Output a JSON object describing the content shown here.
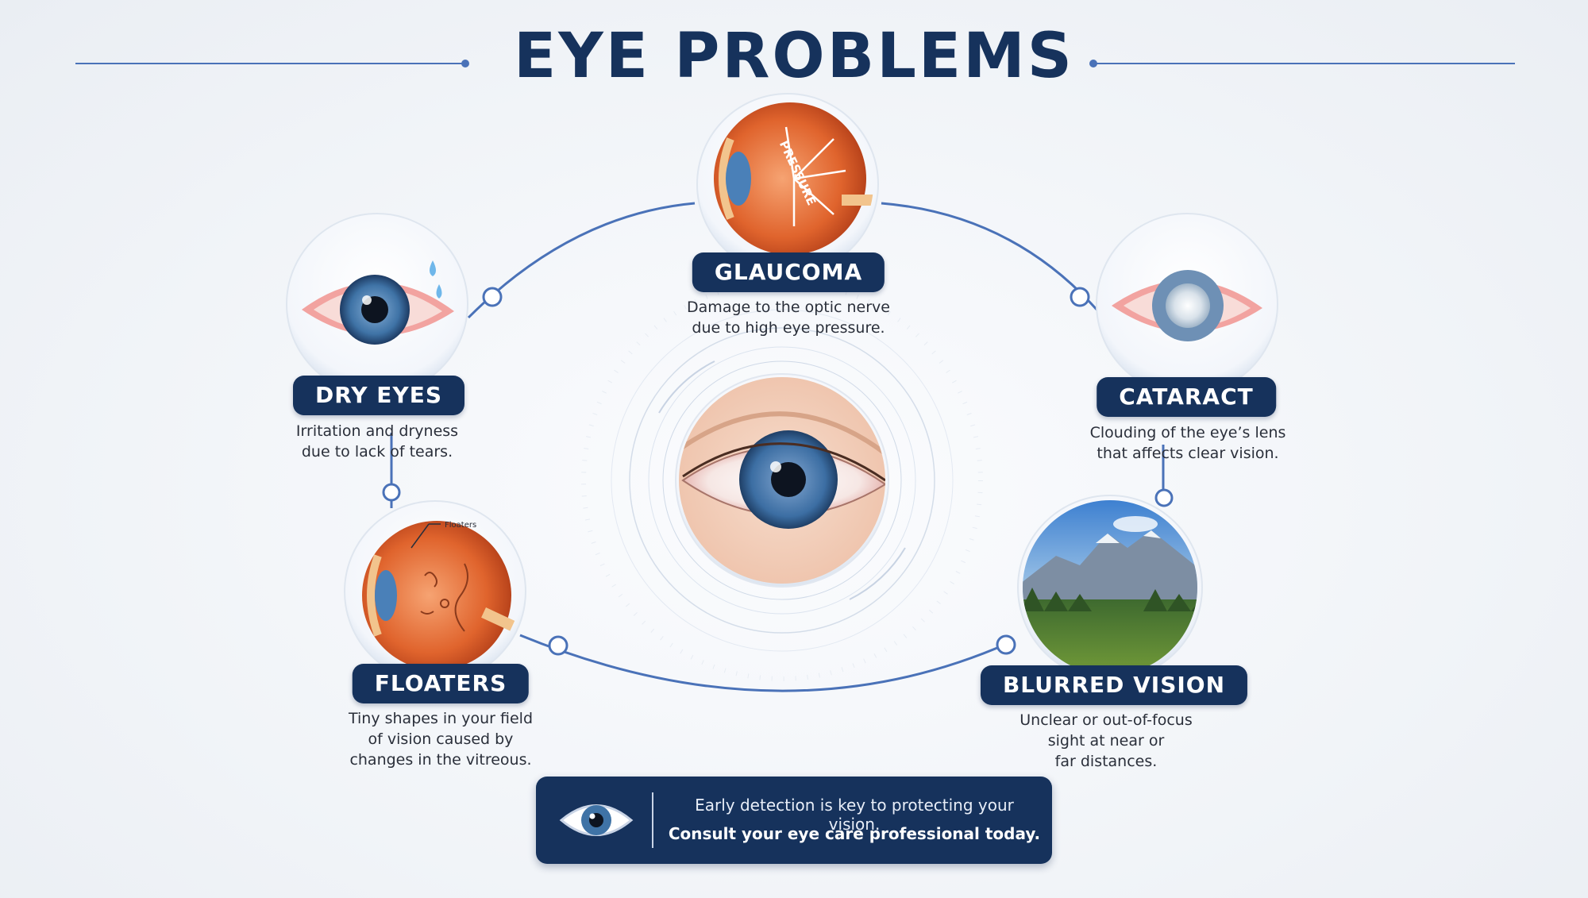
{
  "title": "EYE PROBLEMS",
  "colors": {
    "navy": "#16325c",
    "connector": "#4a72b8",
    "background": "#f1f4f8",
    "iris_blue": "#3f73a6"
  },
  "problems": {
    "glaucoma": {
      "label": "GLAUCOMA",
      "description": [
        "Damage to the optic nerve",
        "due to high eye pressure."
      ],
      "illustration_text": "PRESSURE"
    },
    "dry_eyes": {
      "label": "DRY EYES",
      "description": [
        "Irritation and dryness",
        "due to lack of tears."
      ]
    },
    "cataract": {
      "label": "CATARACT",
      "description": [
        "Clouding of the eye’s lens",
        "that affects clear vision."
      ]
    },
    "floaters": {
      "label": "FLOATERS",
      "description": [
        "Tiny shapes in your field",
        "of vision caused by",
        "changes in the vitreous."
      ],
      "illustration_text": "Floaters"
    },
    "blurred_vision": {
      "label": "BLURRED VISION",
      "description": [
        "Unclear or out-of-focus",
        "sight at near or",
        "far distances."
      ]
    }
  },
  "cta": {
    "line1": "Early detection is key to protecting your vision.",
    "line2": "Consult your eye care professional today.",
    "icon": "eye-icon"
  }
}
